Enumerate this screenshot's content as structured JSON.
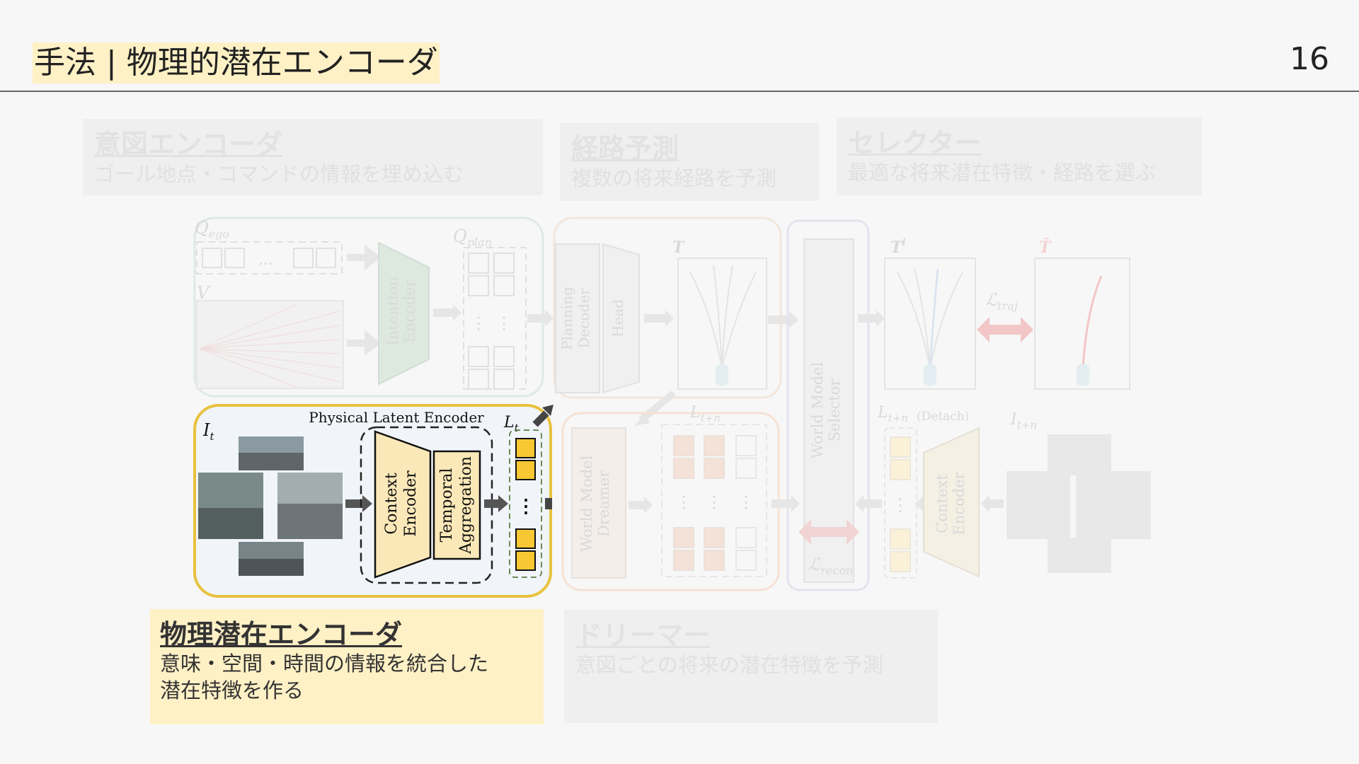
{
  "header": {
    "title": "手法 | 物理的潜在エンコーダ",
    "page_number": "16"
  },
  "captions": {
    "intention_encoder": {
      "heading": "意図エンコーダ",
      "description": "ゴール地点・コマンドの情報を埋め込む"
    },
    "trajectory_prediction": {
      "heading": "経路予測",
      "description": "複数の将来経路を予測"
    },
    "selector": {
      "heading": "セレクター",
      "description": "最適な将来潜在特徴・経路を選ぶ"
    },
    "physical_latent_encoder": {
      "heading": "物理潜在エンコーダ",
      "description_line1": "意味・空間・時間の情報を統合した",
      "description_line2": "潜在特徴を作る"
    },
    "dreamer": {
      "heading": "ドリーマー",
      "description": "意図ごとの将来の潜在特徴を予測"
    }
  },
  "diagram": {
    "q_ego": "Q",
    "q_ego_sub": "ego",
    "v_label": "V",
    "ellipsis": "...",
    "intention_encoder_line1": "Intention",
    "intention_encoder_line2": "Encoder",
    "q_plan": "Q",
    "q_plan_sub": "plan",
    "planning_decoder_line1": "Planning",
    "planning_decoder_line2": "Decoder",
    "head": "Head",
    "t_label": "T",
    "world_model_selector_line1": "World Model",
    "world_model_selector_line2": "Selector",
    "t_i_label": "T",
    "t_i_sup": "i",
    "t_hat_label": "T̂",
    "l_traj": "ℒ",
    "l_traj_sub": "traj",
    "physical_latent_encoder": "Physical Latent Encoder",
    "i_t": "I",
    "i_t_sub": "t",
    "context_encoder_line1": "Context",
    "context_encoder_line2": "Encoder",
    "temporal_aggregation_line1": "Temporal",
    "temporal_aggregation_line2": "Aggregation",
    "l_t": "L",
    "l_t_sub": "t",
    "vdots": "⋮",
    "world_model_dreamer_line1": "World Model",
    "world_model_dreamer_line2": "Dreamer",
    "l_t_n": "L",
    "l_t_n_sub": "t+n",
    "l_t_n_detach": "L",
    "l_t_n_detach_sub": "t+n",
    "detach": "(Detach)",
    "l_recon": "ℒ",
    "l_recon_sub": "recon",
    "context_encoder2_line1": "Context",
    "context_encoder2_line2": "Encoder",
    "i_t_n": "I",
    "i_t_n_sub": "t+n"
  },
  "colors": {
    "highlight": "#fff1c6",
    "active_border": "#e8c23f",
    "latent_yellow": "#f7c833",
    "module_yellow": "#fbe8b8",
    "traj_red": "#f3c7c7"
  }
}
